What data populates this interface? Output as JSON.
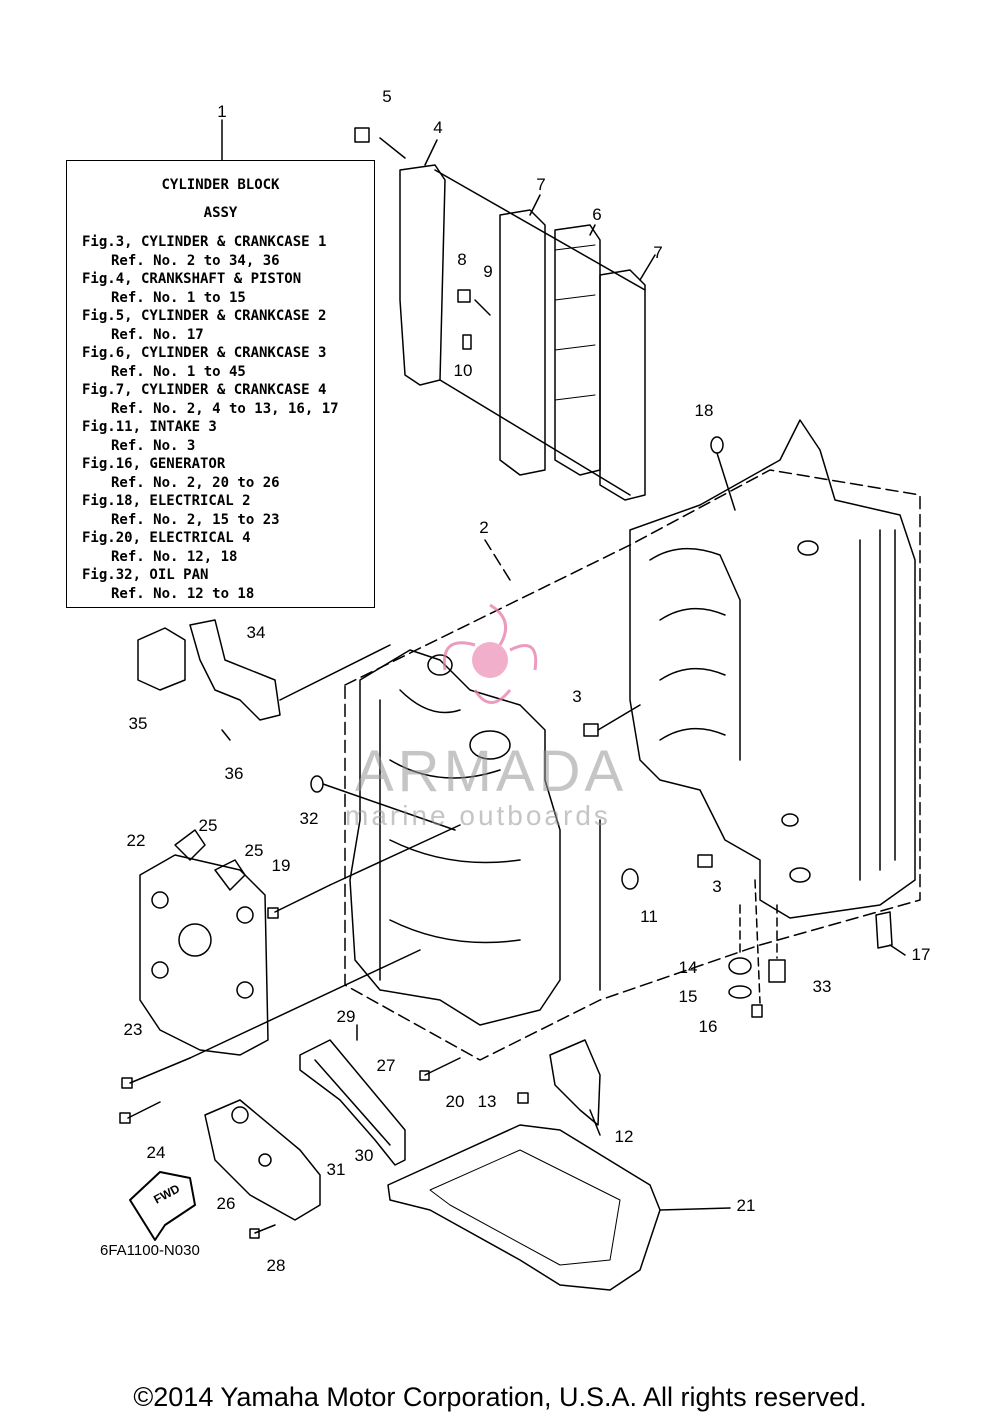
{
  "legend": {
    "title_line1": "CYLINDER BLOCK",
    "title_line2": "ASSY",
    "entries": [
      {
        "fig": "Fig.3, CYLINDER & CRANKCASE 1",
        "ref": "Ref. No. 2 to 34, 36"
      },
      {
        "fig": "Fig.4, CRANKSHAFT & PISTON",
        "ref": "Ref. No. 1 to 15"
      },
      {
        "fig": "Fig.5, CYLINDER & CRANKCASE 2",
        "ref": "Ref. No. 17"
      },
      {
        "fig": "Fig.6, CYLINDER & CRANKCASE 3",
        "ref": "Ref. No. 1 to 45"
      },
      {
        "fig": "Fig.7, CYLINDER & CRANKCASE 4",
        "ref": "Ref. No. 2, 4 to 13, 16, 17"
      },
      {
        "fig": "Fig.11, INTAKE 3",
        "ref": "Ref. No. 3"
      },
      {
        "fig": "Fig.16, GENERATOR",
        "ref": "Ref. No. 2, 20 to 26"
      },
      {
        "fig": "Fig.18, ELECTRICAL 2",
        "ref": "Ref. No. 2, 15 to 23"
      },
      {
        "fig": "Fig.20, ELECTRICAL 4",
        "ref": "Ref. No. 12, 18"
      },
      {
        "fig": "Fig.32, OIL PAN",
        "ref": "Ref. No. 12 to 18"
      }
    ]
  },
  "callouts": {
    "c1": "1",
    "c2": "2",
    "c3a": "3",
    "c3b": "3",
    "c4": "4",
    "c5": "5",
    "c6": "6",
    "c7a": "7",
    "c7b": "7",
    "c8": "8",
    "c9": "9",
    "c10": "10",
    "c11": "11",
    "c12": "12",
    "c13": "13",
    "c14": "14",
    "c15": "15",
    "c16": "16",
    "c17": "17",
    "c18": "18",
    "c19": "19",
    "c20": "20",
    "c21": "21",
    "c22": "22",
    "c23": "23",
    "c24": "24",
    "c25a": "25",
    "c25b": "25",
    "c26": "26",
    "c27": "27",
    "c28": "28",
    "c29": "29",
    "c30": "30",
    "c31": "31",
    "c32": "32",
    "c33": "33",
    "c34": "34",
    "c35": "35",
    "c36": "36"
  },
  "fwd_label": "FWD",
  "diagram_code": "6FA1100-N030",
  "watermark": {
    "name": "ARMADA",
    "subtitle": "marine outboards",
    "color": "#e87aa8"
  },
  "copyright": "©2014 Yamaha Motor Corporation, U.S.A. All rights reserved."
}
